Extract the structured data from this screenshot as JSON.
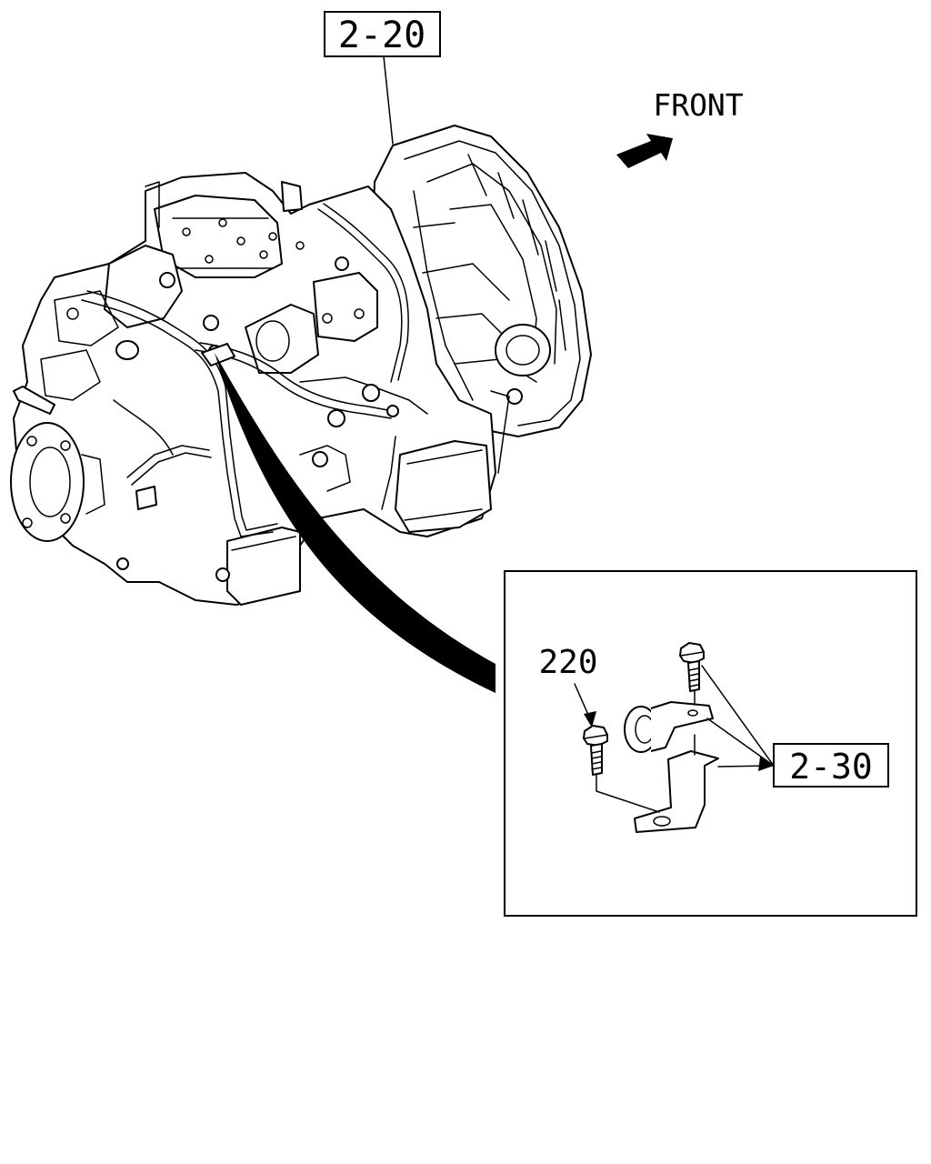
{
  "direction_label": "FRONT",
  "callouts": {
    "assembly_ref": "2-20",
    "bolt_ref": "220",
    "bracket_ref": "2-30"
  }
}
